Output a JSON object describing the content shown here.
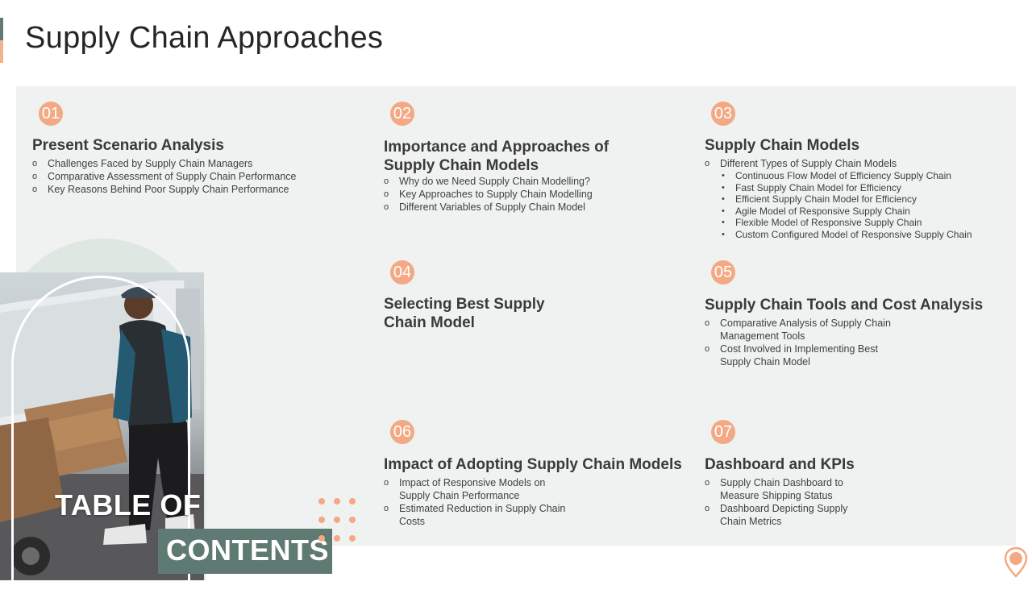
{
  "page": {
    "title": "Supply Chain Approaches"
  },
  "toc": {
    "line1": "TABLE OF",
    "line2": "CONTENTS"
  },
  "sections": [
    {
      "number": "01",
      "heading": "Present Scenario Analysis",
      "bullets": [
        "Challenges Faced by Supply Chain Managers",
        "Comparative Assessment of Supply Chain Performance",
        "Key Reasons Behind Poor Supply Chain Performance"
      ]
    },
    {
      "number": "02",
      "heading": "Importance and Approaches of Supply Chain Models",
      "bullets": [
        "Why do we Need Supply Chain Modelling?",
        "Key Approaches to Supply Chain Modelling",
        "Different Variables of Supply Chain Model"
      ]
    },
    {
      "number": "03",
      "heading": "Supply Chain Models",
      "bullets": [
        "Different Types of Supply Chain Models"
      ],
      "sub_bullets": [
        "Continuous Flow Model of Efficiency Supply Chain",
        "Fast Supply Chain Model for Efficiency",
        "Efficient Supply Chain Model for Efficiency",
        "Agile Model of Responsive Supply Chain",
        "Flexible Model of Responsive Supply Chain",
        "Custom Configured Model of Responsive Supply Chain"
      ]
    },
    {
      "number": "04",
      "heading": "Selecting Best Supply Chain Model",
      "bullets": []
    },
    {
      "number": "05",
      "heading": "Supply Chain Tools and Cost Analysis",
      "bullets": [
        "Comparative Analysis of Supply Chain Management Tools",
        "Cost Involved in Implementing Best Supply Chain Model"
      ]
    },
    {
      "number": "06",
      "heading": "Impact of Adopting Supply Chain Models",
      "bullets": [
        "Impact of Responsive Models on Supply Chain Performance",
        "Estimated Reduction in Supply Chain Costs"
      ]
    },
    {
      "number": "07",
      "heading": "Dashboard and KPIs",
      "bullets": [
        "Supply Chain Dashboard to Measure Shipping Status",
        "Dashboard Depicting Supply Chain Metrics"
      ]
    }
  ],
  "colors": {
    "accent": "#f3a984",
    "teal": "#5f7a72",
    "panel": "#eff2f0"
  },
  "icons": {
    "corner": "location-pin-icon"
  }
}
